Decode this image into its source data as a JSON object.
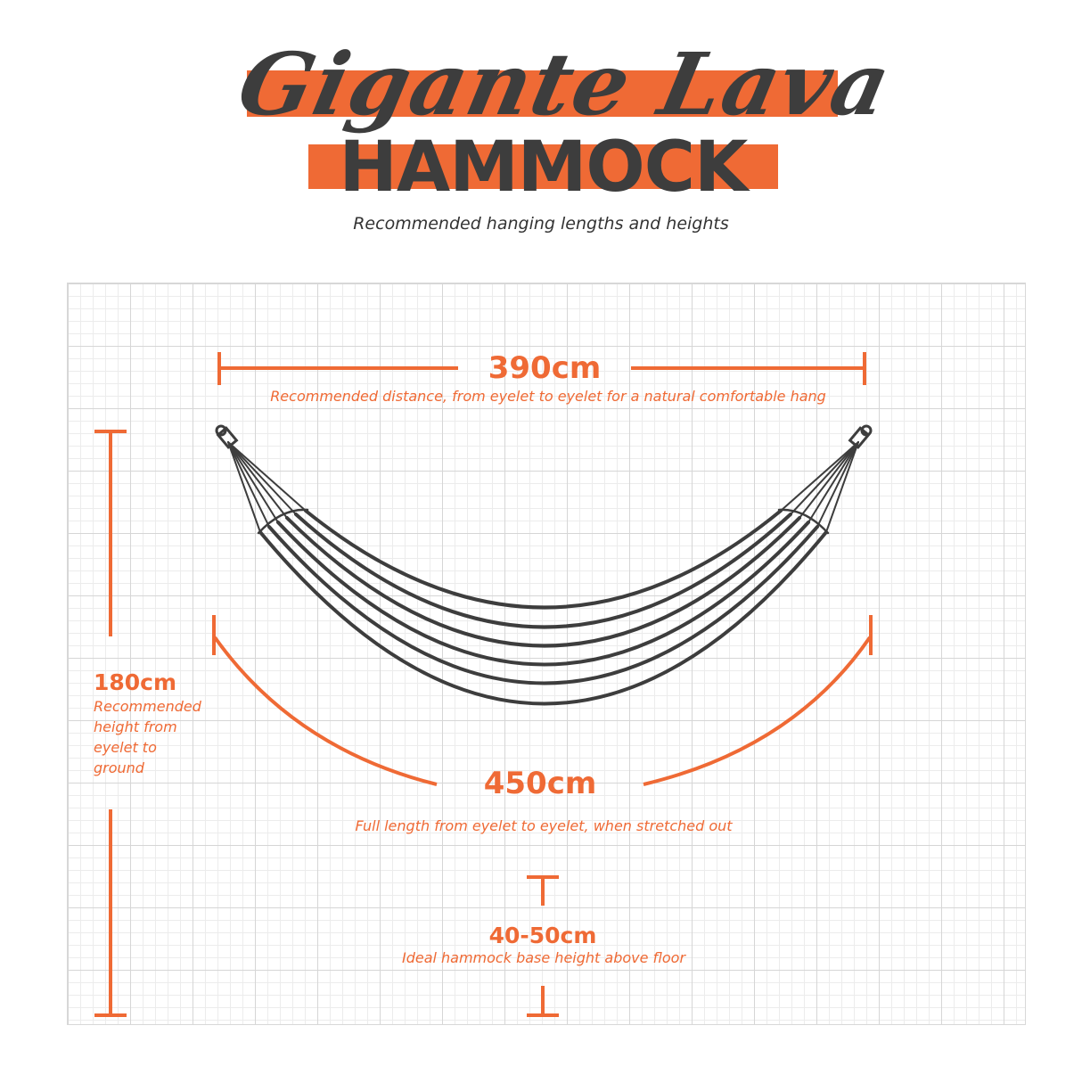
{
  "header": {
    "script_title": "Gigante Lava",
    "block_title": "HAMMOCK",
    "subtitle": "Recommended hanging lengths and heights"
  },
  "colors": {
    "accent": "#ef6a35",
    "ink": "#3d3d3d",
    "grid_major": "#d6d6d6",
    "grid_minor": "#ececec"
  },
  "measurements": {
    "width": {
      "value": "390cm",
      "note": "Recommended distance, from eyelet to eyelet for a natural comfortable hang"
    },
    "height": {
      "value": "180cm",
      "note_lines": [
        "Recommended",
        "height from",
        "eyelet to",
        "ground"
      ]
    },
    "length": {
      "value": "450cm",
      "note": "Full length from eyelet to eyelet,  when stretched out"
    },
    "base": {
      "value": "40-50cm",
      "note": "Ideal hammock base height above floor"
    }
  }
}
